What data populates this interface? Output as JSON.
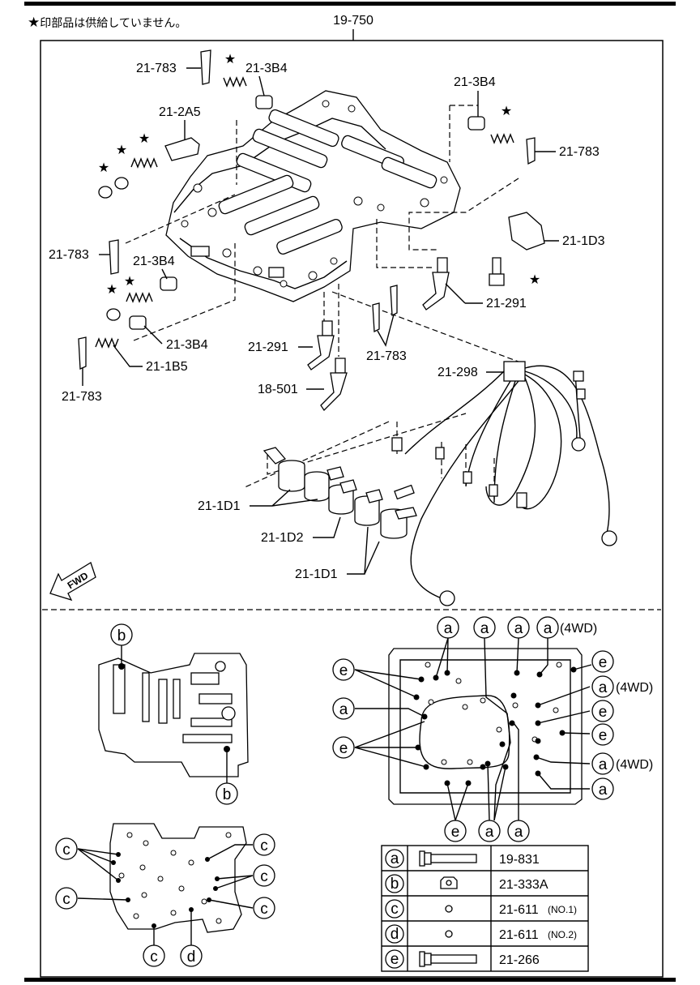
{
  "header": {
    "note_star": "★",
    "note_text": "印部品は供給していません。",
    "assembly_number": "19-750"
  },
  "callouts": {
    "l_21_783_a": "21-783",
    "l_21_3b4_a": "21-3B4",
    "l_21_2a5": "21-2A5",
    "l_21_3b4_b": "21-3B4",
    "l_21_783_b": "21-783",
    "l_21_1d3": "21-1D3",
    "l_21_783_c": "21-783",
    "l_21_3b4_c": "21-3B4",
    "l_21_3b4_d": "21-3B4",
    "l_21_291_a": "21-291",
    "l_21_1b5": "21-1B5",
    "l_21_783_d": "21-783",
    "l_21_291_b": "21-291",
    "l_21_783_e": "21-783",
    "l_18_501": "18-501",
    "l_21_298": "21-298",
    "l_21_1d1_a": "21-1D1",
    "l_21_1d2": "21-1D2",
    "l_21_1d1_b": "21-1D1",
    "fwd": "FWD",
    "star": "★"
  },
  "bolt_codes": {
    "a": "a",
    "b": "b",
    "c": "c",
    "d": "d",
    "e": "e",
    "suffix_4wd": "(4WD)"
  },
  "legend": [
    {
      "code": "a",
      "part": "19-831",
      "note": ""
    },
    {
      "code": "b",
      "part": "21-333A",
      "note": ""
    },
    {
      "code": "c",
      "part": "21-611",
      "note": "(NO.1)"
    },
    {
      "code": "d",
      "part": "21-611",
      "note": "(NO.2)"
    },
    {
      "code": "e",
      "part": "21-266",
      "note": ""
    }
  ]
}
